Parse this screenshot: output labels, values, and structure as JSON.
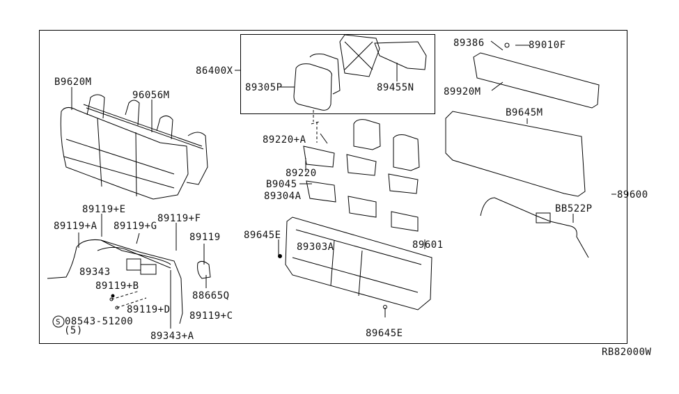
{
  "diagram": {
    "title_code": "RB82000W",
    "colors": {
      "line": "#000000",
      "background": "#ffffff"
    },
    "labels": {
      "p89620M": "B9620M",
      "p96056M": "96056M",
      "p86400X": "86400X",
      "p89305P": "89305P",
      "p89455N": "89455N",
      "p89386": "89386",
      "p89010F": "89010F",
      "p89920M": "89920M",
      "p89645M": "B9645M",
      "p89600": "89600",
      "p88522P": "BB522P",
      "p89220A": "89220+A",
      "p89220": "89220",
      "p89045": "B9045",
      "p89304A": "89304A",
      "p89645E_left": "89645E",
      "p89303A": "89303A",
      "p89601": "89601",
      "p89645E_bottom": "89645E",
      "p89119E": "89119+E",
      "p89119A": "89119+A",
      "p89119G": "89119+G",
      "p89119F": "89119+F",
      "p89119": "89119",
      "p89343": "89343",
      "p89119B": "89119+B",
      "p88665Q": "88665Q",
      "p89119D": "89119+D",
      "p89119C": "89119+C",
      "p08543": "08543-51200",
      "p08543_qty": "(5)",
      "p89343A": "89343+A",
      "s_symbol": "S"
    }
  }
}
